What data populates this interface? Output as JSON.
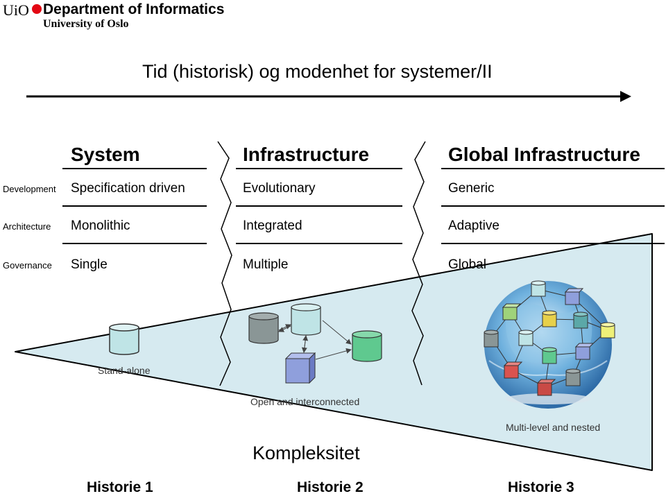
{
  "logo": {
    "uio": "UiO",
    "department": "Department of Informatics",
    "university": "University of Oslo"
  },
  "title": "Tid (historisk) og modenhet for systemer/II",
  "columns": [
    "System",
    "Infrastructure",
    "Global Infrastructure"
  ],
  "rows": [
    {
      "label": "Development",
      "values": [
        "Specification driven",
        "Evolutionary",
        "Generic"
      ]
    },
    {
      "label": "Architecture",
      "values": [
        "Monolithic",
        "Integrated",
        "Adaptive"
      ]
    },
    {
      "label": "Governance",
      "values": [
        "Single",
        "Multiple",
        "Global"
      ]
    }
  ],
  "captions": {
    "standalone": "Stand-alone",
    "open": "Open and interconnected",
    "multilevel": "Multi-level and nested"
  },
  "complexity_label": "Kompleksitet",
  "historie": [
    "Historie 1",
    "Historie 2",
    "Historie 3"
  ],
  "colors": {
    "wedge_fill": "#d6eaf0",
    "db_teal": "#bfe4e6",
    "db_grey": "#8a9696",
    "db_green": "#5fc98f",
    "cube_blue": "#8f9fdc",
    "globe_blue": "#4a90c8",
    "logo_red": "#e30613"
  }
}
